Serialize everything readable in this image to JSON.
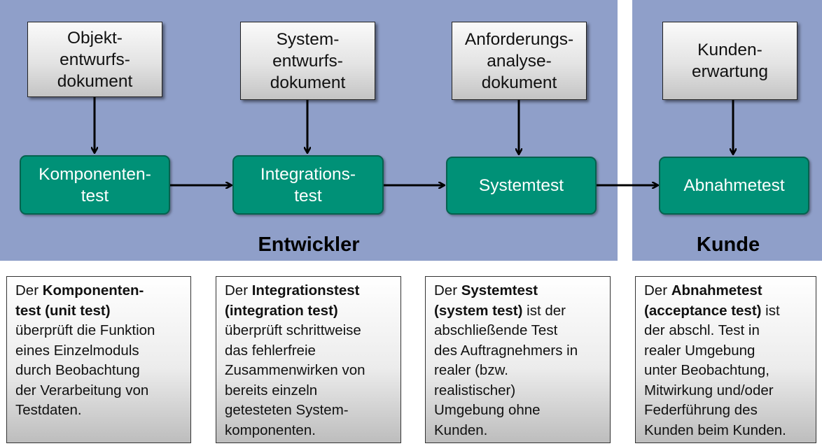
{
  "panels": {
    "developer_label": "Entwickler",
    "customer_label": "Kunde"
  },
  "documents": [
    {
      "text": "Objekt-\nentwurfs-\ndokument"
    },
    {
      "text": "System-\nentwurfs-\ndokument"
    },
    {
      "text": "Anforderungs-\nanalyse-\ndokument"
    },
    {
      "text": "Kunden-\nerwartung"
    }
  ],
  "tests": [
    {
      "text": "Komponenten-\ntest"
    },
    {
      "text": "Integrations-\ntest"
    },
    {
      "text": "Systemtest"
    },
    {
      "text": "Abnahmetest"
    }
  ],
  "descriptions": [
    {
      "prefix": "Der ",
      "term": "Komponenten-\ntest (unit test)",
      "rest": "\nüberprüft die Funktion\neines Einzelmoduls\ndurch Beobachtung\nder Verarbeitung von\nTestdaten."
    },
    {
      "prefix": "Der ",
      "term": "Integrationstest\n(integration test)",
      "rest": "\nüberprüft schrittweise\ndas fehlerfreie\nZusammenwirken von\nbereits einzeln\ngetesteten System-\nkomponenten."
    },
    {
      "prefix": "Der ",
      "term": "Systemtest\n(system test)",
      "rest": " ist der\nabschließende Test\ndes Auftragnehmers in\nrealer (bzw.\nrealistischer)\nUmgebung ohne\nKunden."
    },
    {
      "prefix": "Der ",
      "term": "Abnahmetest\n(acceptance test)",
      "rest": " ist\nder abschl. Test in\nrealer Umgebung\nunter Beobachtung,\nMitwirkung und/oder\nFederführung des\nKunden beim Kunden."
    }
  ],
  "colors": {
    "panel_bg": "#8f9fc9",
    "test_box": "#009177",
    "test_text": "#ffffff"
  }
}
